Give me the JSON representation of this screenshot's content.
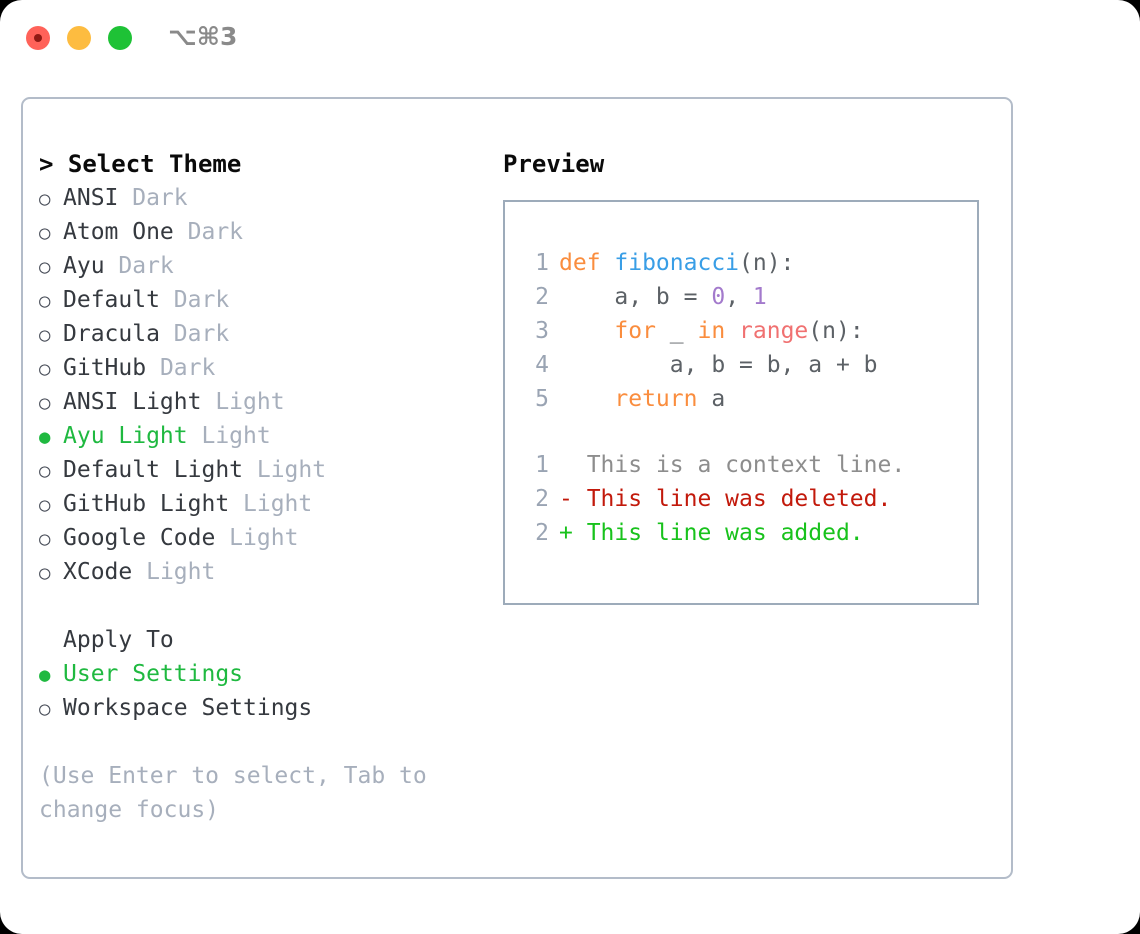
{
  "titlebar": {
    "shortcut": "⌥⌘3",
    "lights": [
      "close",
      "minimize",
      "zoom"
    ]
  },
  "theme_picker": {
    "heading": "> Select Theme",
    "options": [
      {
        "bullet": "○",
        "name": "ANSI",
        "suffix": "Dark",
        "selected": false
      },
      {
        "bullet": "○",
        "name": "Atom One",
        "suffix": "Dark",
        "selected": false
      },
      {
        "bullet": "○",
        "name": "Ayu",
        "suffix": "Dark",
        "selected": false
      },
      {
        "bullet": "○",
        "name": "Default",
        "suffix": "Dark",
        "selected": false
      },
      {
        "bullet": "○",
        "name": "Dracula",
        "suffix": "Dark",
        "selected": false
      },
      {
        "bullet": "○",
        "name": "GitHub",
        "suffix": "Dark",
        "selected": false
      },
      {
        "bullet": "○",
        "name": "ANSI Light",
        "suffix": "Light",
        "selected": false
      },
      {
        "bullet": "●",
        "name": "Ayu Light",
        "suffix": "Light",
        "selected": true
      },
      {
        "bullet": "○",
        "name": "Default Light",
        "suffix": "Light",
        "selected": false
      },
      {
        "bullet": "○",
        "name": "GitHub Light",
        "suffix": "Light",
        "selected": false
      },
      {
        "bullet": "○",
        "name": "Google Code",
        "suffix": "Light",
        "selected": false
      },
      {
        "bullet": "○",
        "name": "XCode",
        "suffix": "Light",
        "selected": false
      }
    ]
  },
  "apply_to": {
    "heading": "Apply To",
    "options": [
      {
        "bullet": "●",
        "name": "User Settings",
        "selected": true
      },
      {
        "bullet": "○",
        "name": "Workspace Settings",
        "selected": false
      }
    ]
  },
  "hint": "(Use Enter to select, Tab to change focus)",
  "preview": {
    "title": "Preview",
    "code_lines": [
      {
        "lineno": "1",
        "tokens": [
          {
            "t": "def ",
            "c": "tok-kw"
          },
          {
            "t": "fibonacci",
            "c": "tok-fn"
          },
          {
            "t": "(n):",
            "c": "tok-pl"
          }
        ]
      },
      {
        "lineno": "2",
        "tokens": [
          {
            "t": "    a, b = ",
            "c": "tok-pl"
          },
          {
            "t": "0",
            "c": "tok-num"
          },
          {
            "t": ", ",
            "c": "tok-pl"
          },
          {
            "t": "1",
            "c": "tok-num"
          }
        ]
      },
      {
        "lineno": "3",
        "tokens": [
          {
            "t": "    ",
            "c": "tok-pl"
          },
          {
            "t": "for",
            "c": "tok-kw"
          },
          {
            "t": " _ ",
            "c": "tok-pl"
          },
          {
            "t": "in",
            "c": "tok-kw"
          },
          {
            "t": " ",
            "c": "tok-pl"
          },
          {
            "t": "range",
            "c": "tok-bi"
          },
          {
            "t": "(n):",
            "c": "tok-pl"
          }
        ]
      },
      {
        "lineno": "4",
        "tokens": [
          {
            "t": "        a, b = b, a + b",
            "c": "tok-pl"
          }
        ]
      },
      {
        "lineno": "5",
        "tokens": [
          {
            "t": "    ",
            "c": "tok-pl"
          },
          {
            "t": "return",
            "c": "tok-kw"
          },
          {
            "t": " a",
            "c": "tok-pl"
          }
        ]
      }
    ],
    "diff_lines": [
      {
        "lineno": "1",
        "marker": "  ",
        "text": "This is a context line.",
        "kind": "diff-ctx"
      },
      {
        "lineno": "2",
        "marker": "- ",
        "text": "This line was deleted.",
        "kind": "diff-del"
      },
      {
        "lineno": "2",
        "marker": "+ ",
        "text": "This line was added.",
        "kind": "diff-add"
      }
    ]
  },
  "colors": {
    "accent_green": "#1fb940",
    "keyword_orange": "#fa8d3e",
    "function_blue": "#399ee6",
    "number_purple": "#a37acc",
    "builtin_red": "#f07171",
    "diff_deleted": "#c2190b",
    "diff_added": "#18c21c",
    "muted_gray": "#a7afbc",
    "border": "#b3bcc9"
  }
}
